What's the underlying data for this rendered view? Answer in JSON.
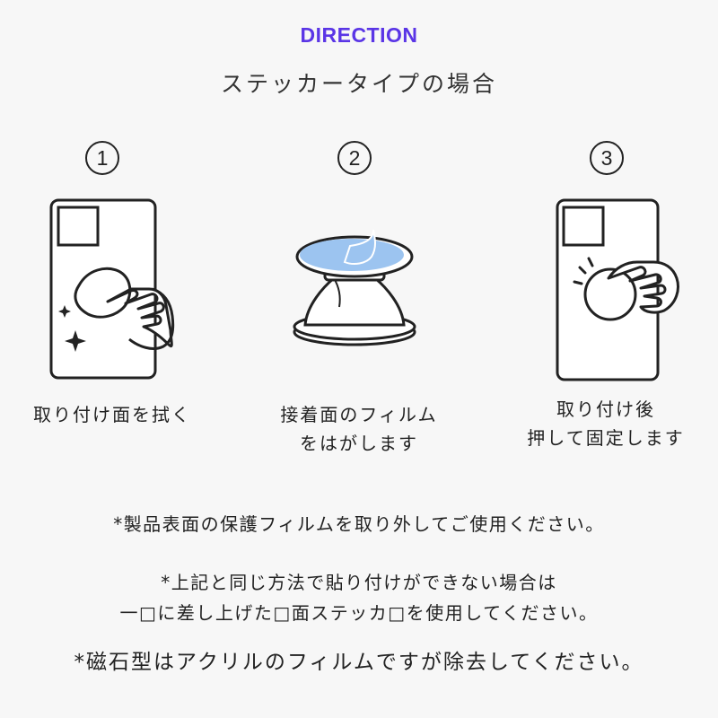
{
  "header": {
    "title": "DIRECTION",
    "subtitle": "ステッカータイプの場合",
    "title_color": "#5a35e6"
  },
  "steps": [
    {
      "number": "1",
      "icon": "phone-wipe-icon",
      "caption_lines": [
        "取り付け面を拭く"
      ]
    },
    {
      "number": "2",
      "icon": "grip-peel-film-icon",
      "caption_lines": [
        "接着面のフィルム",
        "をはがします"
      ]
    },
    {
      "number": "3",
      "icon": "phone-press-icon",
      "caption_lines": [
        "取り付け後",
        "押して固定します"
      ]
    }
  ],
  "notes": {
    "note1": "*製品表面の保護フィルムを取り外してご使用ください。",
    "note2_line1": "*上記と同じ方法で貼り付けができない場合は",
    "note2_line2": "一□に差し上げた□面ステッカ□を使用してください。",
    "note3": "*磁石型はアクリルのフィルムですが除去してください。"
  },
  "colors": {
    "film_blue": "#9cc4f0",
    "line": "#222222"
  }
}
